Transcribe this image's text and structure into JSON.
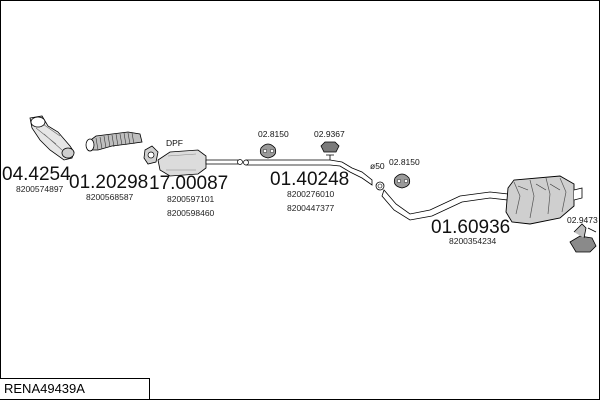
{
  "title": "RENA49439A",
  "parts": [
    {
      "part_number": "04.4254",
      "oem_refs": [
        "8200574897"
      ]
    },
    {
      "part_number": "01.20298",
      "oem_refs": [
        "8200568587"
      ]
    },
    {
      "part_number": "17.00087",
      "tag": "DPF",
      "oem_refs": [
        "8200597101",
        "8200598460"
      ]
    },
    {
      "part_number": "01.40248",
      "oem_refs": [
        "8200276010",
        "8200447377"
      ]
    },
    {
      "part_number": "01.60936",
      "oem_refs": [
        "8200354234"
      ]
    }
  ],
  "accessories": [
    {
      "part_number": "02.8150"
    },
    {
      "part_number": "02.9367"
    },
    {
      "part_number": "02.8150"
    },
    {
      "part_number": "02.9473"
    }
  ],
  "clamp_label": "ø50",
  "colors": {
    "line": "#000000",
    "fill": "#d9d9d9",
    "dark": "#555555"
  }
}
